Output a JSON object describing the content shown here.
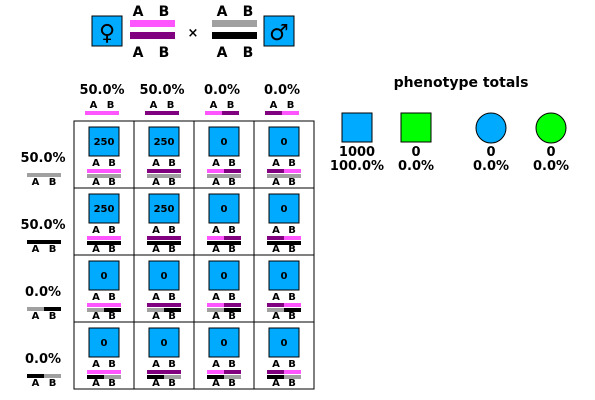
{
  "colors": {
    "magenta": "#ff55ff",
    "purple": "#800080",
    "gray": "#a0a0a0",
    "black": "#000000",
    "blue": "#00aaff",
    "green": "#00ff00"
  },
  "parents": {
    "female": {
      "symbol": "♀",
      "icon": "female-symbol-icon",
      "chrom_top": "magenta",
      "chrom_bottom": "purple"
    },
    "cross": "×",
    "male": {
      "symbol": "♂",
      "icon": "male-symbol-icon",
      "chrom_top": "gray",
      "chrom_bottom": "black"
    },
    "allele_labels": [
      "A",
      "B"
    ]
  },
  "columns": [
    {
      "percent": "50.0%",
      "chrom": {
        "a": "magenta",
        "b": "magenta"
      }
    },
    {
      "percent": "50.0%",
      "chrom": {
        "a": "purple",
        "b": "purple"
      }
    },
    {
      "percent": "0.0%",
      "chrom": {
        "a": "magenta",
        "b": "purple"
      }
    },
    {
      "percent": "0.0%",
      "chrom": {
        "a": "purple",
        "b": "magenta"
      }
    }
  ],
  "rows": [
    {
      "percent": "50.0%",
      "chrom": {
        "a": "gray",
        "b": "gray"
      }
    },
    {
      "percent": "50.0%",
      "chrom": {
        "a": "black",
        "b": "black"
      }
    },
    {
      "percent": "0.0%",
      "chrom": {
        "a": "gray",
        "b": "black"
      }
    },
    {
      "percent": "0.0%",
      "chrom": {
        "a": "black",
        "b": "gray"
      }
    }
  ],
  "cells": [
    [
      "250",
      "250",
      "0",
      "0"
    ],
    [
      "250",
      "250",
      "0",
      "0"
    ],
    [
      "0",
      "0",
      "0",
      "0"
    ],
    [
      "0",
      "0",
      "0",
      "0"
    ]
  ],
  "phenotype": {
    "title": "phenotype totals",
    "totals": [
      {
        "shape": "square",
        "color": "blue",
        "count": "1000",
        "percent": "100.0%"
      },
      {
        "shape": "square",
        "color": "green",
        "count": "0",
        "percent": "0.0%"
      },
      {
        "shape": "circle",
        "color": "blue",
        "count": "0",
        "percent": "0.0%"
      },
      {
        "shape": "circle",
        "color": "green",
        "count": "0",
        "percent": "0.0%"
      }
    ]
  }
}
